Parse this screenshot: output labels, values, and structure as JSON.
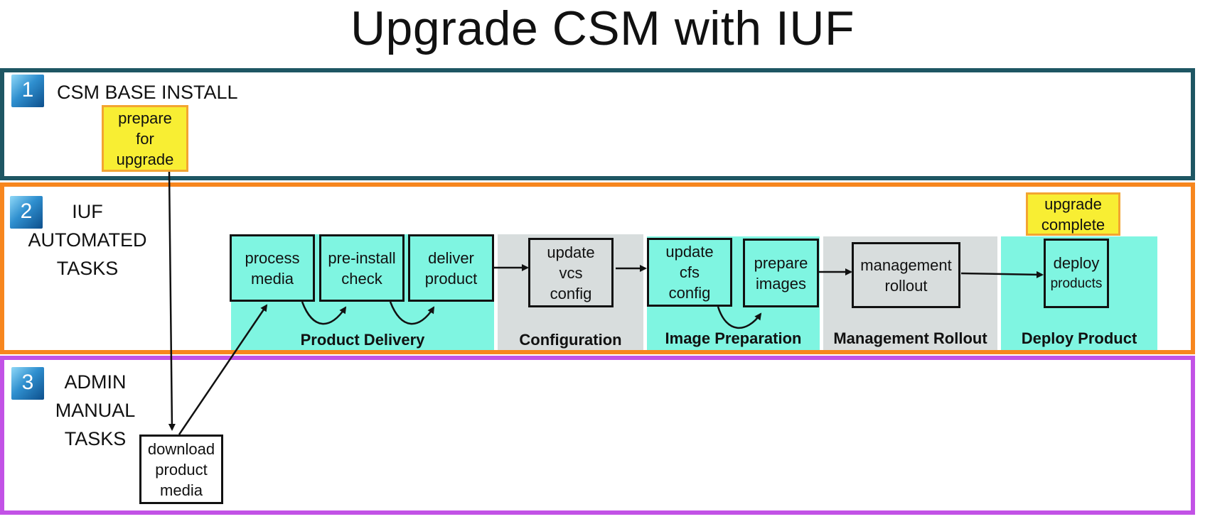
{
  "title": "Upgrade CSM with IUF",
  "sections": [
    {
      "number": "1",
      "label": "CSM BASE INSTALL"
    },
    {
      "number": "2",
      "label": "IUF\nAUTOMATED\nTASKS"
    },
    {
      "number": "3",
      "label": "ADMIN\nMANUAL\nTASKS"
    }
  ],
  "phases": [
    {
      "label": "Product Delivery",
      "color": "#7ff5e1"
    },
    {
      "label": "Configuration",
      "color": "#d8dddd"
    },
    {
      "label": "Image Preparation",
      "color": "#7ff5e1"
    },
    {
      "label": "Management Rollout",
      "color": "#d8dddd"
    },
    {
      "label": "Deploy Product",
      "color": "#7ff5e1"
    }
  ],
  "steps": {
    "prepare_for_upgrade": "prepare\nfor\nupgrade",
    "download_product_media": "download\nproduct\nmedia",
    "process_media": "process\nmedia",
    "pre_install_check": "pre-install\ncheck",
    "deliver_product": "deliver\nproduct",
    "update_vcs_config": "update\nvcs\nconfig",
    "update_cfs_config": "update\ncfs\nconfig",
    "prepare_images": "prepare\nimages",
    "management_rollout": "management\nrollout",
    "deploy_line1": "deploy",
    "deploy_line2": "products",
    "upgrade_complete": "upgrade\ncomplete"
  },
  "colors": {
    "csm_border": "#1e5663",
    "iuf_border": "#f7861e",
    "admin_border": "#c252e6",
    "teal": "#7ff5e1",
    "grey": "#d8dddd",
    "yellow": "#f8ee33",
    "yellow_border": "#f3a531"
  },
  "icons": {
    "section_badge": "numbered-square-badge",
    "flow_arrow": "arrow-right"
  }
}
